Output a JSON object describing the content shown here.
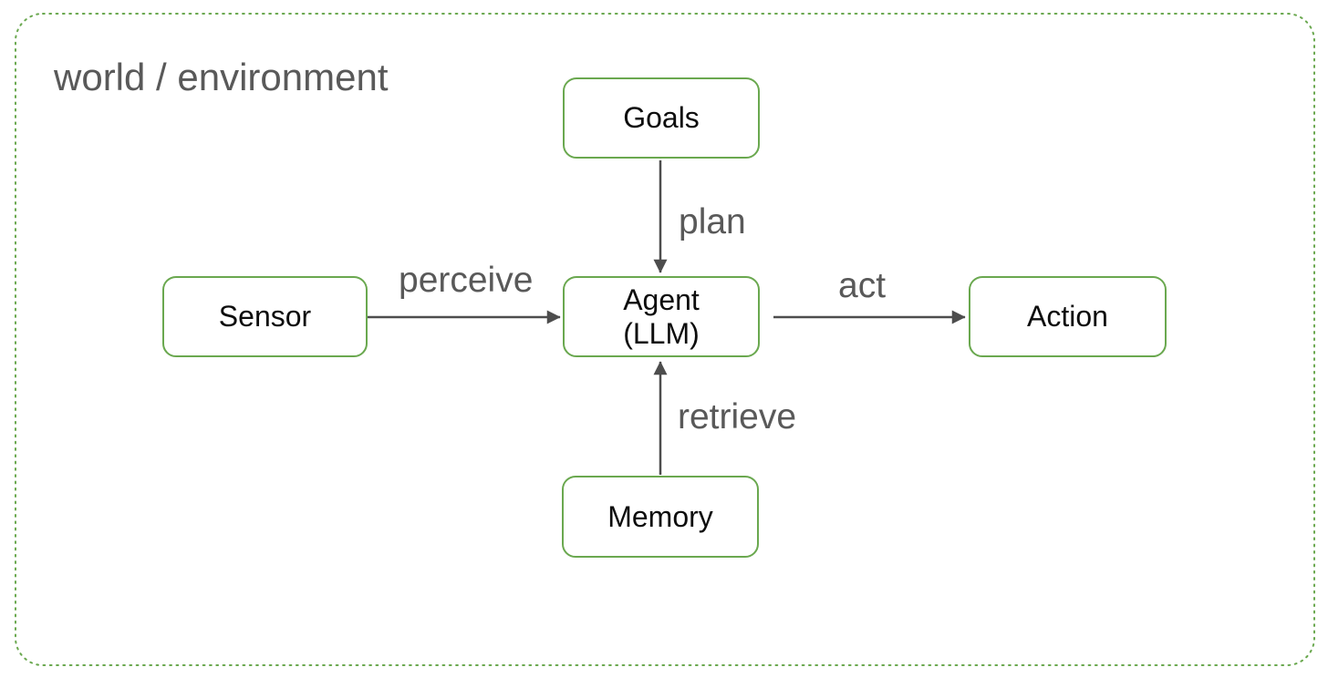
{
  "diagram": {
    "environment_label": "world / environment",
    "nodes": [
      {
        "id": "goals",
        "label": "Goals"
      },
      {
        "id": "sensor",
        "label": "Sensor"
      },
      {
        "id": "agent",
        "label": "Agent",
        "sublabel": "(LLM)"
      },
      {
        "id": "action",
        "label": "Action"
      },
      {
        "id": "memory",
        "label": "Memory"
      }
    ],
    "edges": [
      {
        "from": "goals",
        "to": "agent",
        "label": "plan"
      },
      {
        "from": "sensor",
        "to": "agent",
        "label": "perceive"
      },
      {
        "from": "agent",
        "to": "action",
        "label": "act"
      },
      {
        "from": "memory",
        "to": "agent",
        "label": "retrieve"
      }
    ],
    "colors": {
      "node_border_green": "#6aa84f",
      "outer_dotted_green": "#6aa84f",
      "arrow_gray": "#4d4d4d",
      "edge_label_gray": "#595959",
      "node_text": "#0d0d0d",
      "background": "#ffffff"
    }
  }
}
